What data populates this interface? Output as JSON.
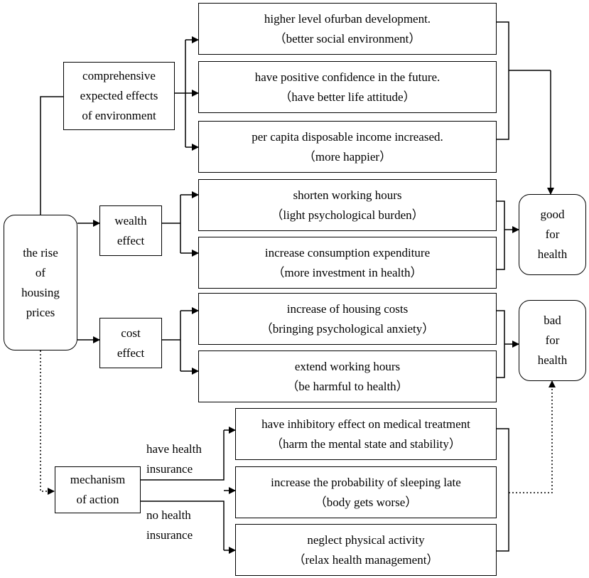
{
  "root": {
    "lines": [
      "the rise",
      "of",
      "housing",
      "prices"
    ]
  },
  "categories": {
    "environment": {
      "lines": [
        "comprehensive",
        "expected effects",
        "of environment"
      ]
    },
    "wealth": {
      "lines": [
        "wealth",
        "effect"
      ]
    },
    "cost": {
      "lines": [
        "cost",
        "effect"
      ]
    },
    "mechanism": {
      "lines": [
        "mechanism",
        "of action"
      ]
    }
  },
  "effects": [
    {
      "main": "higher level ofurban development.",
      "sub": "（better social environment）"
    },
    {
      "main": "have positive confidence in the future.",
      "sub": "（have better life attitude）"
    },
    {
      "main": "per capita disposable income increased.",
      "sub": "（more happier）"
    },
    {
      "main": "shorten working hours",
      "sub": "（light psychological burden）"
    },
    {
      "main": "increase consumption expenditure",
      "sub": "（more investment in health）"
    },
    {
      "main": "increase of housing costs",
      "sub": "（bringing psychological anxiety）"
    },
    {
      "main": "extend working hours",
      "sub": "（be harmful to health）"
    },
    {
      "main": "have inhibitory effect on medical treatment",
      "sub": "（harm the mental state and stability）"
    },
    {
      "main": "increase the probability of sleeping late",
      "sub": "（body gets worse）"
    },
    {
      "main": "neglect physical activity",
      "sub": "（relax health management）"
    }
  ],
  "outcomes": {
    "good": {
      "lines": [
        "good",
        "for",
        "health"
      ]
    },
    "bad": {
      "lines": [
        "bad",
        "for",
        "health"
      ]
    }
  },
  "branch_labels": {
    "have_insurance": [
      "have health",
      "insurance"
    ],
    "no_insurance": [
      "no health",
      "insurance"
    ]
  }
}
